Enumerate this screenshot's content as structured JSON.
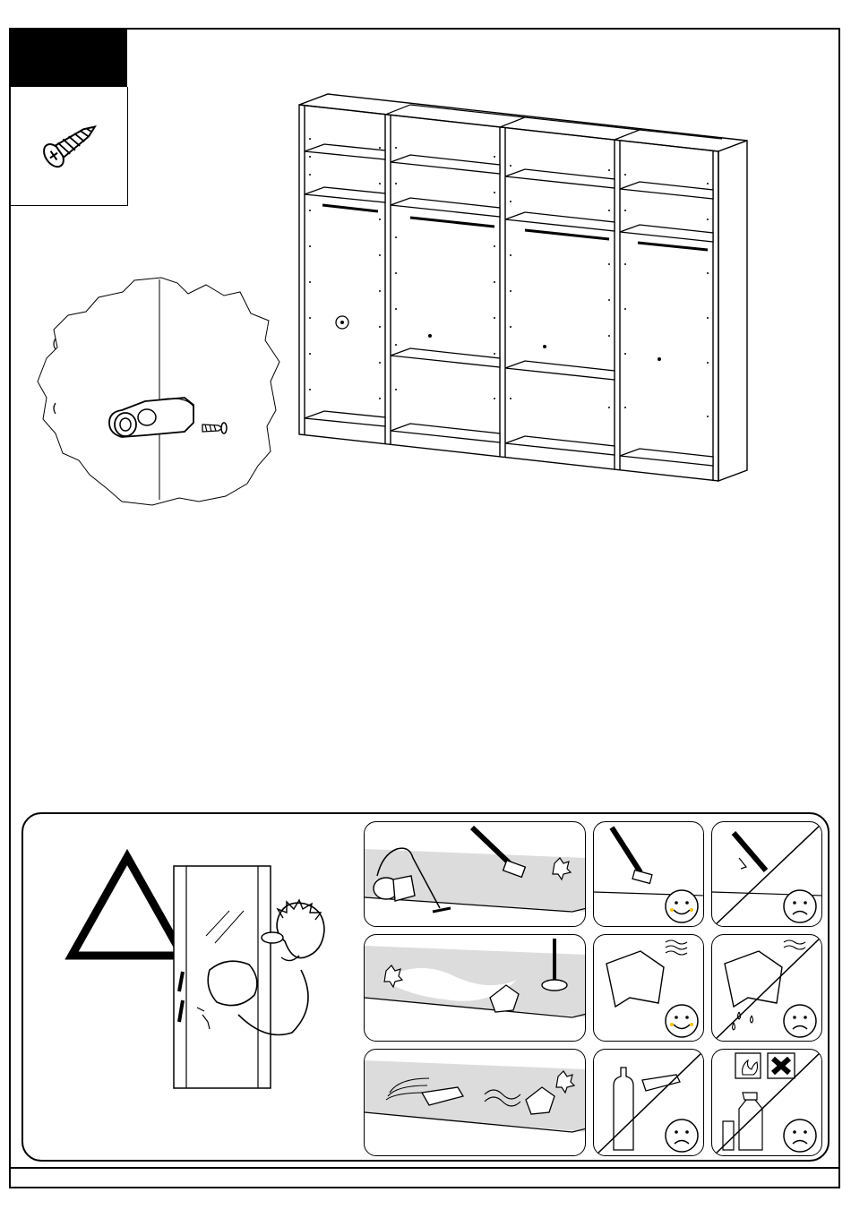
{
  "step": {
    "number": "",
    "quantity": ""
  },
  "parts": [
    {
      "name": "screw",
      "icon": "screw-icon"
    }
  ],
  "care_instructions": {
    "tiles": [
      {
        "id": "vacuum",
        "icon": "vacuum-cleaner-icon"
      },
      {
        "id": "soft-brush-ok",
        "icon": "smiley-happy-icon"
      },
      {
        "id": "sharp-tool-no",
        "icon": "smiley-sad-icon"
      },
      {
        "id": "wipe-surface",
        "icon": "cloth-icon"
      },
      {
        "id": "damp-cloth-ok",
        "icon": "smiley-happy-icon"
      },
      {
        "id": "wet-cloth-no",
        "icon": "smiley-sad-icon"
      },
      {
        "id": "dry-polish",
        "icon": "sponge-icon"
      },
      {
        "id": "solvent-no",
        "icon": "smiley-sad-icon"
      },
      {
        "id": "flammable-spray-no",
        "icon": "smiley-sad-icon"
      }
    ]
  },
  "colors": {
    "ink": "#000000",
    "paper": "#ffffff",
    "highlight": "#f2c200"
  }
}
